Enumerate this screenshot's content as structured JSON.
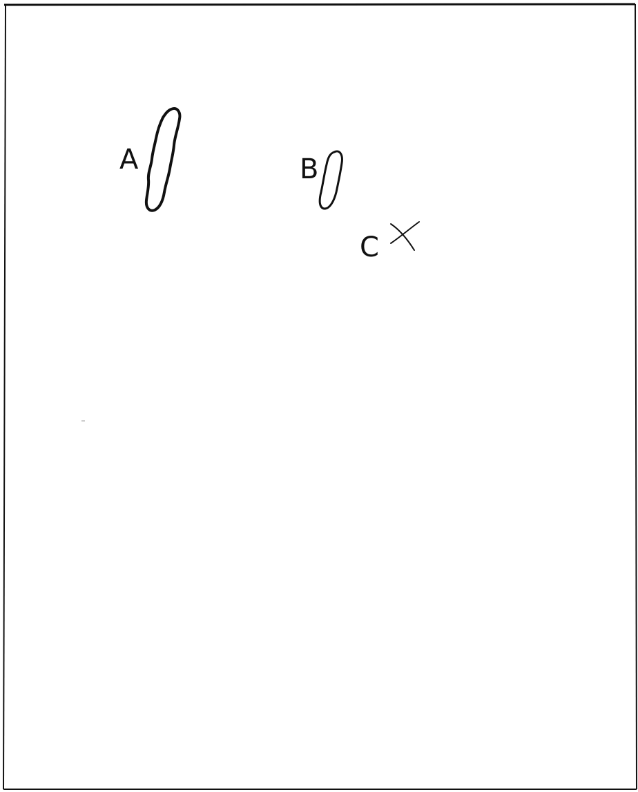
{
  "figure": {
    "stroke_color": "#111111",
    "background": "#ffffff",
    "labels": {
      "a": "A",
      "b": "B",
      "c": "C"
    },
    "marks": {
      "a": "elongated-loop",
      "b": "elongated-loop",
      "c": "cross-mark"
    }
  }
}
